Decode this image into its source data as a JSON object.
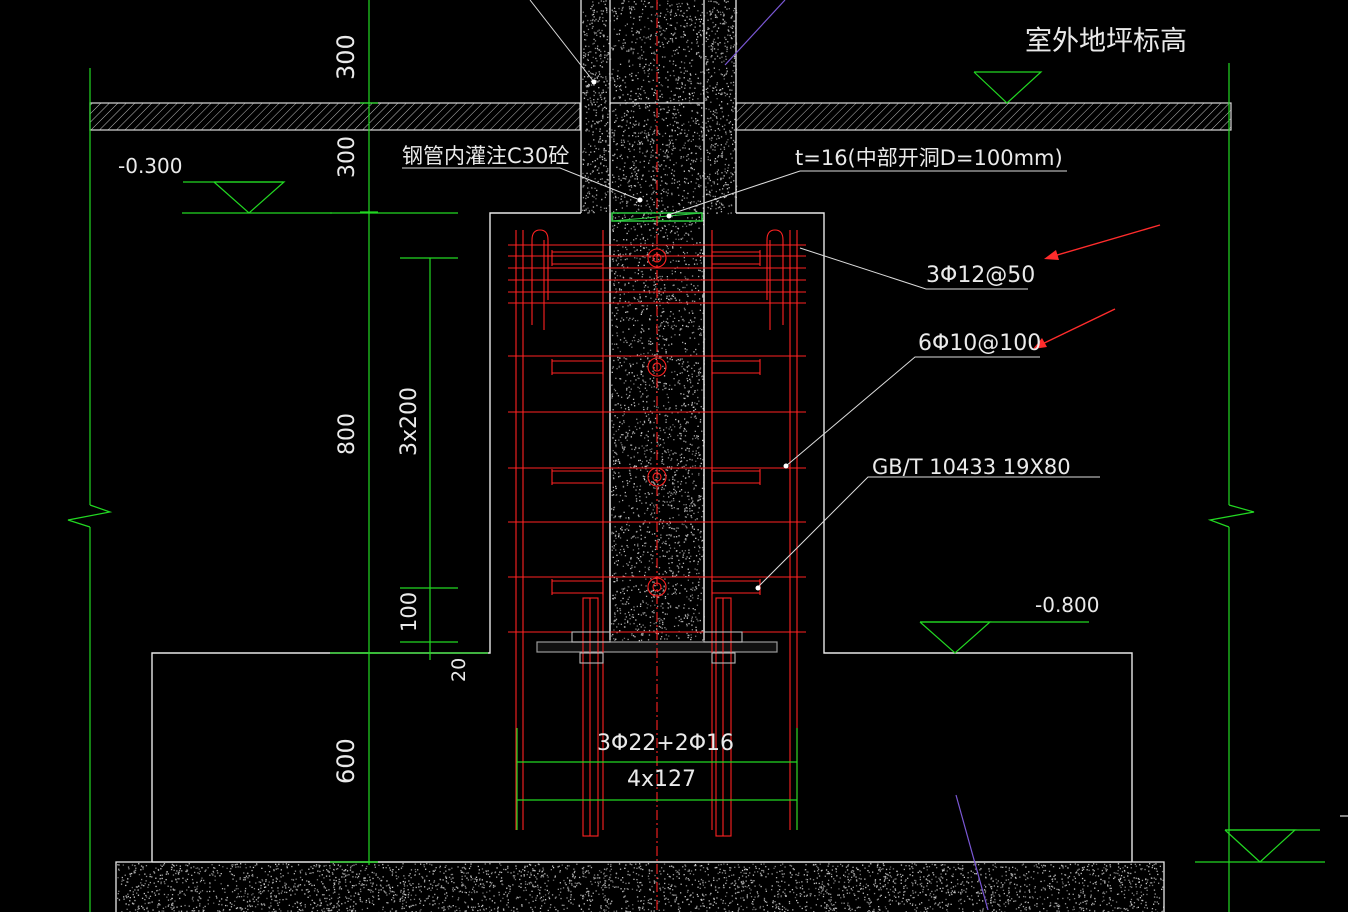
{
  "labels": {
    "outdoor_grade_title": "室外地坪标高",
    "grout_note": "钢管内灌注C30砼",
    "plate_note": "t=16(中部开洞D=100mm)",
    "stirrup_top": "3Φ12@50",
    "stirrup_main": "6Φ10@100",
    "stud_spec": "GB/T 10433  19X80",
    "level_upper": "-0.300",
    "level_lower": "-0.800",
    "longitudinal_bars": "3Φ22+2Φ16",
    "bar_spacing": "4x127"
  },
  "dimensions": {
    "dim_300_top": "300",
    "dim_300_lower": "300",
    "dim_800": "800",
    "dim_3x200": "3x200",
    "dim_100": "100",
    "dim_20": "20",
    "dim_600": "600"
  },
  "colors": {
    "background": "#000000",
    "dimension_green": "#22d822",
    "outline_white": "#e8e8e8",
    "rebar_red": "#ff2222",
    "leader_purple": "#7b58d6",
    "plate_green": "#2ecc40"
  }
}
